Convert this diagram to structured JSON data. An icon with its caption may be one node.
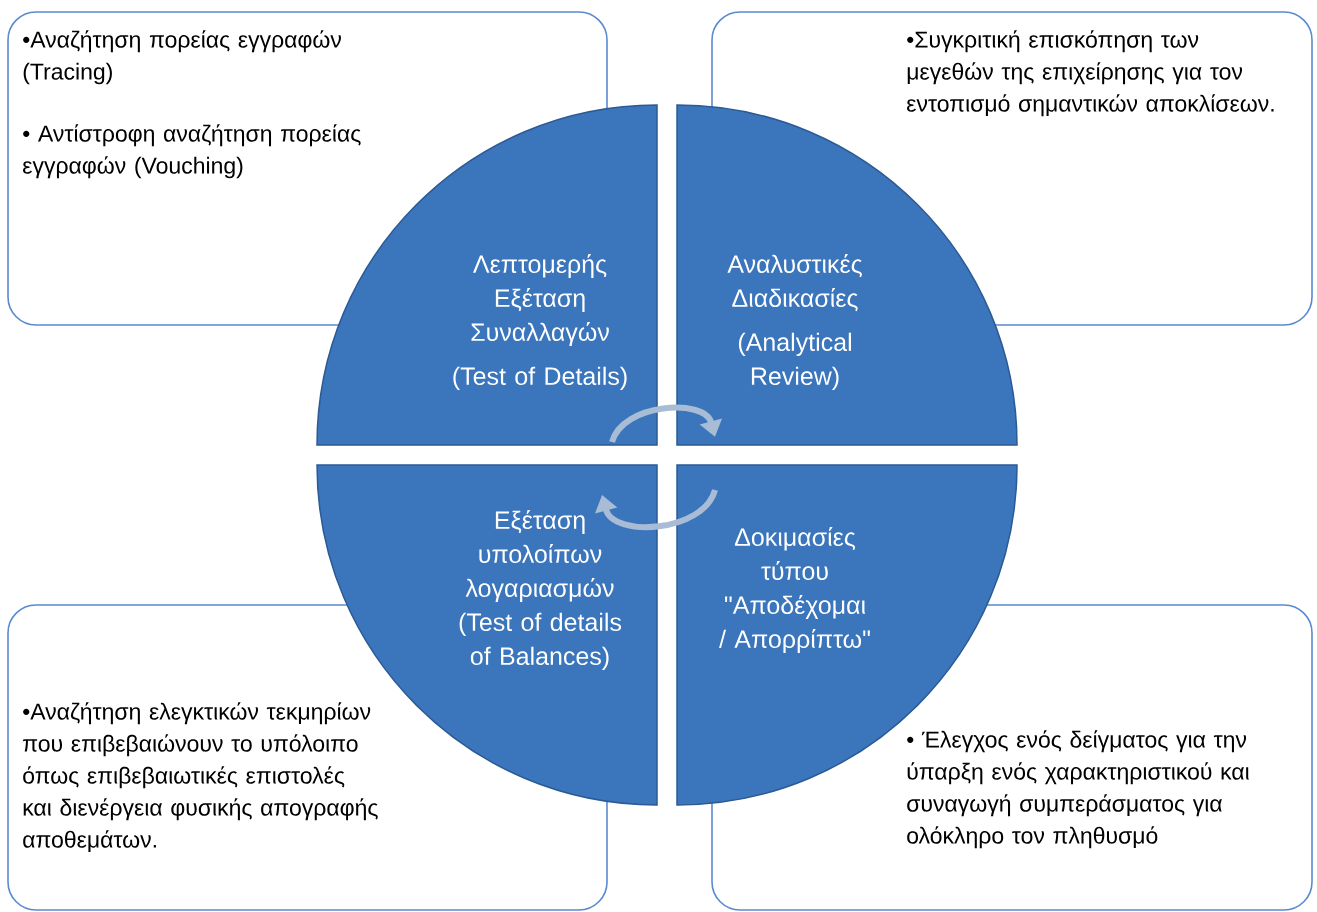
{
  "diagram": {
    "nodes": [
      {
        "text": [
          "•Αναζήτηση πορείας εγγραφών (Tracing)",
          "• Αντίστροφη αναζήτηση πορείας εγγραφών  (Vouching)"
        ]
      },
      {
        "text": [
          "•Συγκριτική επισκόπηση των μεγεθών της επιχείρησης για τον εντοπισμό σημαντικών αποκλίσεων."
        ]
      },
      {
        "text": [
          "Λεπτομερής Εξέταση Συναλλαγών",
          "(Test of Details)"
        ]
      },
      {
        "text": [
          "Αναλυστικές Διαδικασίες",
          "(Analytical Review)"
        ]
      },
      {
        "text": [
          "Εξέταση υπολοίπων λογαριασμών (Test of details of Balances)"
        ]
      },
      {
        "text": [
          "Δοκιμασίες τύπου \"Αποδέχομαι / Απορρίπτω\""
        ]
      },
      {
        "text": [
          "•Αναζήτηση ελεγκτικών τεκμηρίων που επιβεβαιώνουν το υπόλοιπο όπως επιβεβαιωτικές επιστολές και διενέργεια φυσικής απογραφής αποθεμάτων."
        ]
      },
      {
        "text": [
          "•   Έλεγχος ενός δείγματος για την ύπαρξη ενός χαρακτηριστικού και συναγωγή συμπεράσματος για ολόκληρο τον πληθυσμό"
        ]
      }
    ],
    "edges": [
      {
        "from": 2,
        "to": 3,
        "arrow": "to"
      },
      {
        "from": 5,
        "to": 4,
        "arrow": "to"
      }
    ]
  }
}
